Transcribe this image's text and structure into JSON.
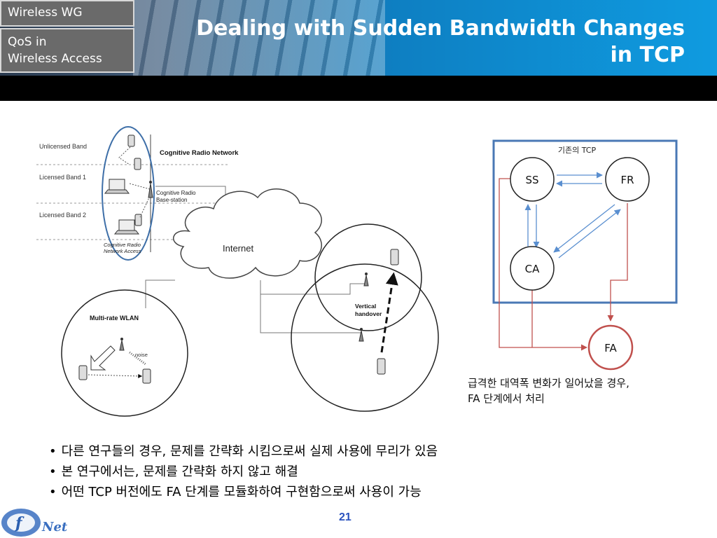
{
  "header": {
    "wg_label": "Wireless WG",
    "topic_line1": "QoS in",
    "topic_line2": "Wireless Access",
    "title_line1": "Dealing with Sudden Bandwidth Changes",
    "title_line2": "in TCP"
  },
  "network_diagram": {
    "bands": [
      "Unlicensed Band",
      "Licensed Band 1",
      "Licensed Band 2"
    ],
    "cognitive_network": "Cognitive Radio Network",
    "base_station": [
      "Cognitive Radio",
      "Base-station"
    ],
    "network_access": [
      "Cognitive Radio",
      "Network Access"
    ],
    "internet": "Internet",
    "wlan": "Multi-rate WLAN",
    "noise": "noise",
    "handover": [
      "Vertical",
      "handover"
    ]
  },
  "state_diagram": {
    "box_title": "기존의 TCP",
    "states": [
      "SS",
      "FR",
      "CA",
      "FA"
    ],
    "caption_line1": "급격한 대역폭 변화가 일어났을 경우,",
    "caption_line2": "FA 단계에서 처리"
  },
  "bullets": [
    "다른 연구들의 경우, 문제를 간략화 시킴으로써 실제 사용에 무리가 있음",
    "본 연구에서는, 문제를 간략화 하지 않고 해결",
    "어떤 TCP 버전에도 FA 단계를 모듈화하여 구현함으로써 사용이 가능"
  ],
  "page_number": "21",
  "logo_text": "Net",
  "colors": {
    "title_bar": "#0f9be0",
    "box_border": "#4a78b5",
    "arrow_blue": "#5a8fd0",
    "arrow_red": "#c0504d",
    "page_number": "#2a52be"
  }
}
